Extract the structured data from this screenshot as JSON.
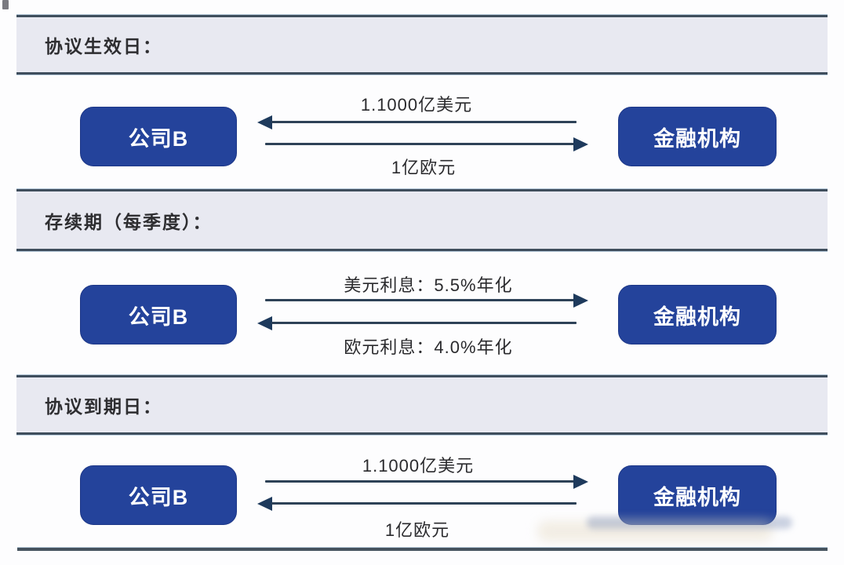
{
  "diagram": {
    "type": "currency-swap-flow-diagram",
    "sections": [
      {
        "header": "协议生效日：",
        "left_entity": "公司B",
        "right_entity": "金融机构",
        "flows": [
          {
            "label": "1.1000亿美元",
            "direction": "left",
            "label_position": "above"
          },
          {
            "label": "1亿欧元",
            "direction": "right",
            "label_position": "below"
          }
        ]
      },
      {
        "header": "存续期（每季度）：",
        "left_entity": "公司B",
        "right_entity": "金融机构",
        "flows": [
          {
            "label": "美元利息：5.5%年化",
            "direction": "right",
            "label_position": "above"
          },
          {
            "label": "欧元利息：4.0%年化",
            "direction": "left",
            "label_position": "below"
          }
        ]
      },
      {
        "header": "协议到期日：",
        "left_entity": "公司B",
        "right_entity": "金融机构",
        "flows": [
          {
            "label": "1.1000亿美元",
            "direction": "right",
            "label_position": "above"
          },
          {
            "label": "1亿欧元",
            "direction": "left",
            "label_position": "below"
          }
        ]
      }
    ],
    "colors": {
      "entity_fill": "#24439b",
      "entity_text": "#ffffff",
      "band_fill": "#e8e9f1",
      "band_border": "#3f4e5d",
      "arrow": "#2e4257",
      "label_text": "#2a2a2d",
      "bottom_rule": "#46535f"
    }
  }
}
